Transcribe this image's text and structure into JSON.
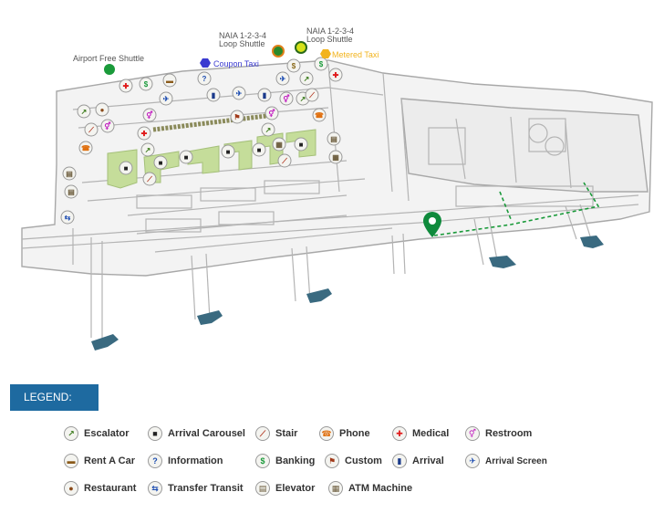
{
  "map": {
    "labels": {
      "airport_free_shuttle": "Airport Free Shuttle",
      "coupon_taxi": "Coupon Taxi",
      "naia_loop_shuttle_1_line1": "NAIA 1-2-3-4",
      "naia_loop_shuttle_1_line2": "Loop Shuttle",
      "naia_loop_shuttle_2_line1": "NAIA 1-2-3-4",
      "naia_loop_shuttle_2_line2": "Loop Shuttle",
      "metered_taxi": "Metered Taxi"
    },
    "colors": {
      "airport_free_shuttle": "#1a9a3a",
      "coupon_taxi": "#3a3ad0",
      "naia_loop_shuttle_1": "#2a8a2a",
      "naia_loop_shuttle_1_ring": "#e0801a",
      "naia_loop_shuttle_2": "#d6e21a",
      "metered_taxi": "#f2b31c",
      "map_pin": "#0f8a3c",
      "green_zone": "#c5dd9a",
      "walkway": "#8a8a5a",
      "gate_bridge": "#3a6a80"
    }
  },
  "legend": {
    "title": "LEGEND:",
    "items": [
      {
        "label": "Escalator",
        "icon": "escalator-icon",
        "glyph": "↗",
        "color": "#3a7a1a"
      },
      {
        "label": "Arrival Carousel",
        "icon": "arrival-carousel-icon",
        "glyph": "■",
        "color": "#222222"
      },
      {
        "label": "Stair",
        "icon": "stair-icon",
        "glyph": "⟋",
        "color": "#b0301a"
      },
      {
        "label": "Phone",
        "icon": "phone-icon",
        "glyph": "☎",
        "color": "#e07010"
      },
      {
        "label": "Medical",
        "icon": "medical-icon",
        "glyph": "✚",
        "color": "#e01a1a"
      },
      {
        "label": "Restroom",
        "icon": "restroom-icon",
        "glyph": "⚥",
        "color": "#c01ac0"
      },
      {
        "label": "Rent A Car",
        "icon": "rent-a-car-icon",
        "glyph": "▬",
        "color": "#8a5a1a"
      },
      {
        "label": "Information",
        "icon": "information-icon",
        "glyph": "?",
        "color": "#1a4ab0"
      },
      {
        "label": "Banking",
        "icon": "banking-icon",
        "glyph": "$",
        "color": "#1a9a3a"
      },
      {
        "label": "Custom",
        "icon": "custom-icon",
        "glyph": "⚑",
        "color": "#a03a1a"
      },
      {
        "label": "Arrival",
        "icon": "arrival-icon",
        "glyph": "▮",
        "color": "#1a3a8a"
      },
      {
        "label": "Arrival Screen",
        "icon": "arrival-screen-icon",
        "glyph": "✈",
        "color": "#1a4ab0"
      },
      {
        "label": "Restaurant",
        "icon": "restaurant-icon",
        "glyph": "●",
        "color": "#8a4a1a"
      },
      {
        "label": "Transfer Transit",
        "icon": "transfer-transit-icon",
        "glyph": "⇆",
        "color": "#1a4ab0"
      },
      {
        "label": "Elevator",
        "icon": "elevator-icon",
        "glyph": "▤",
        "color": "#6a5a3a"
      },
      {
        "label": "ATM Machine",
        "icon": "atm-machine-icon",
        "glyph": "▦",
        "color": "#6a5a3a"
      }
    ]
  }
}
